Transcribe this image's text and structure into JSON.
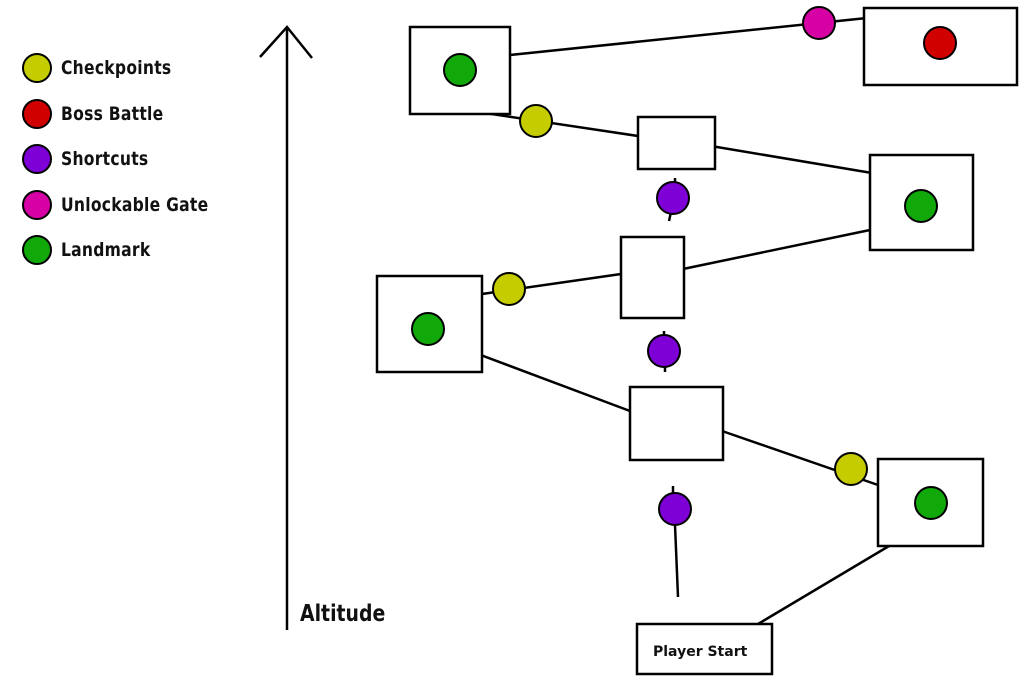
{
  "legend": [
    {
      "key": "checkpoint",
      "label": "Checkpoints",
      "color": "#c5cc00"
    },
    {
      "key": "boss",
      "label": "Boss Battle",
      "color": "#d10000"
    },
    {
      "key": "shortcut",
      "label": "Shortcuts",
      "color": "#7e00d6"
    },
    {
      "key": "gate",
      "label": "Unlockable Gate",
      "color": "#d600a5"
    },
    {
      "key": "landmark",
      "label": "Landmark",
      "color": "#11a80a"
    }
  ],
  "axis": {
    "label": "Altitude",
    "direction": "up"
  },
  "rooms": [
    {
      "id": "player-start",
      "label": "Player Start",
      "marker": null
    },
    {
      "id": "landmark-lower-right",
      "label": "",
      "marker": "landmark"
    },
    {
      "id": "hub-lower",
      "label": "",
      "marker": null
    },
    {
      "id": "landmark-mid-left",
      "label": "",
      "marker": "landmark"
    },
    {
      "id": "hub-middle",
      "label": "",
      "marker": null
    },
    {
      "id": "landmark-upper-right",
      "label": "",
      "marker": "landmark"
    },
    {
      "id": "hub-upper",
      "label": "",
      "marker": null
    },
    {
      "id": "landmark-top-left",
      "label": "",
      "marker": "landmark"
    },
    {
      "id": "boss-room",
      "label": "",
      "marker": "boss"
    }
  ],
  "connections": [
    {
      "from": "player-start",
      "to": "landmark-lower-right",
      "marker": null
    },
    {
      "from": "landmark-lower-right",
      "to": "hub-lower",
      "marker": "checkpoint"
    },
    {
      "from": "player-start",
      "to": "hub-lower",
      "marker": "shortcut"
    },
    {
      "from": "hub-lower",
      "to": "landmark-mid-left",
      "marker": null
    },
    {
      "from": "hub-lower",
      "to": "hub-middle",
      "marker": "shortcut"
    },
    {
      "from": "landmark-mid-left",
      "to": "hub-middle",
      "marker": "checkpoint"
    },
    {
      "from": "hub-middle",
      "to": "landmark-upper-right",
      "marker": null
    },
    {
      "from": "hub-middle",
      "to": "hub-upper",
      "marker": "shortcut"
    },
    {
      "from": "landmark-upper-right",
      "to": "hub-upper",
      "marker": null
    },
    {
      "from": "hub-upper",
      "to": "landmark-top-left",
      "marker": "checkpoint"
    },
    {
      "from": "landmark-top-left",
      "to": "boss-room",
      "marker": "gate"
    }
  ]
}
